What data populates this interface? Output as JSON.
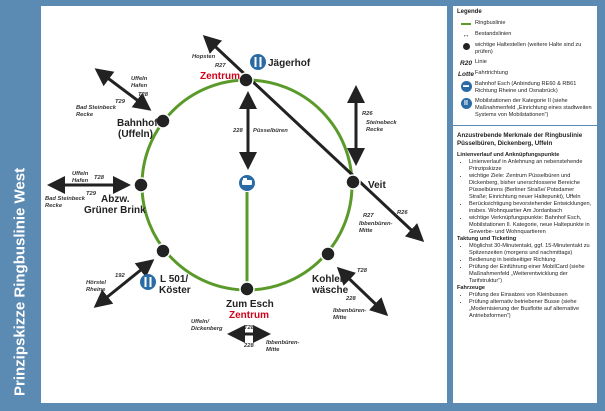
{
  "title": "Prinzipskizze Ringbuslinie West",
  "stations": {
    "zentrum_top": "Zentrum",
    "jaegerhof": "Jägerhof",
    "bahnhof_1": "Bahnhof",
    "bahnhof_2": "(Uffeln)",
    "gruener_1": "Abzw.",
    "gruener_2": "Grüner Brink",
    "koester_1": "L 501/",
    "koester_2": "Köster",
    "esch": "Zum Esch",
    "esch_zentrum": "Zentrum",
    "kohle_1": "Kohlen-",
    "kohle_2": "wäsche",
    "veit": "Veit"
  },
  "labels": {
    "hopsten": "Hopsten",
    "r27_top": "R27",
    "uffeln_hafen_1a": "Uffeln",
    "uffeln_hafen_1b": "Hafen",
    "t28_a": "T28",
    "t29_a": "T29",
    "bad_a1": "Bad Steinbeck",
    "bad_a2": "Recke",
    "uffeln_hafen_2a": "Uffeln",
    "uffeln_hafen_2b": "Hafen",
    "t28_b": "T28",
    "t29_b": "T29",
    "bad_b1": "Bad Steinbeck",
    "bad_b2": "Recke",
    "l228_a": "228",
    "puesselbueren": "Püsselbüren",
    "r26_a": "R26",
    "steinebeck_1": "Steinebeck",
    "steinebeck_2": "Recke",
    "r27_b": "R27",
    "r26_b": "R26",
    "ibb_a1": "Ibbenbüren-",
    "ibb_a2": "Mitte",
    "l192": "192",
    "hoerstel_1": "Hörstel",
    "hoerstel_2": "Rheine",
    "uff_dick_1": "Uffeln/",
    "uff_dick_2": "Dickenberg",
    "t28_c": "T28",
    "l228_c": "228",
    "ibb_c1": "Ibbenbüren-",
    "ibb_c2": "Mitte",
    "t28_d": "T28",
    "l228_d": "228",
    "ibb_d1": "Ibbenbüren-",
    "ibb_d2": "Mitte"
  },
  "legend": {
    "heading": "Legende",
    "items": [
      {
        "icon": "green-line",
        "text": "Ringbuslinie"
      },
      {
        "icon": "double-arrow",
        "text": "Bestandslinien"
      },
      {
        "icon": "black-dot",
        "text": "wichtige Haltestellen (weitere Halte sind zu prüfen)"
      },
      {
        "symbol": "R20",
        "text": "Linie"
      },
      {
        "symbol": "Lotte",
        "text": "Fahrtrichtung"
      },
      {
        "icon": "train-icon",
        "text": "Bahnhof Esch (Anbindung RE60 & RB61 Richtung Rheine und Osnabrück)"
      },
      {
        "icon": "mobility-station-icon",
        "text": "Mobilstationen der Kategorie II (siehe Maßnahmenfeld „Einrichtung eines stadtweiten Systems von Mobilstationen“)"
      }
    ]
  },
  "features": {
    "title": "Anzustrebende Merkmale der Ringbuslinie Püsselbüren, Dickenberg, Uffeln",
    "sections": [
      {
        "title": "Linienverlauf und Anknüpfungspunkte",
        "bullets": [
          "Linienverlauf in Anlehnung an nebenstehende Prinzipskizze",
          "wichtige Ziele: Zentrum Püsselbüren und Dickenberg, bisher unerschlossene Bereiche Püsselbürens (Berliner Straße/ Potsdamer Straße; Einrichtung neuer Haltepunkt), Uffeln",
          "Berücksichtigung bevorstehender Entwicklungen, insbes. Wohnquartier Am Jordanbach",
          "wichtige Verknüpfungspunkte: Bahnhof Esch, Mobilstationen II. Kategorie,  neue Haltepunkte in Gewerbe- und Wohnquartieren"
        ]
      },
      {
        "title": "Taktung und Ticketing",
        "bullets": [
          "Möglichst 30-Minutentakt, ggf. 15-Minutentakt zu Spitzenzeiten (morgens und nachmittags)",
          "Bedienung in beidseitiger Richtung",
          "Prüfung der Einführung einer MobilCard (siehe Maßnahmenfeld „Weiterentwicklung der Tarifstruktur“)"
        ]
      },
      {
        "title": "Fahrzeuge",
        "bullets": [
          "Prüfung des Einsatzes von Kleinbussen",
          "Prüfung alternativ betriebener Busse (siehe „Modernisierung der Busflotte auf alternative Antriebsformen“)"
        ]
      }
    ]
  },
  "colors": {
    "ring": "#5a9a2a",
    "background": "#5b8ab2",
    "accent_red": "#d0021b",
    "icon_blue": "#2a6aa5"
  }
}
